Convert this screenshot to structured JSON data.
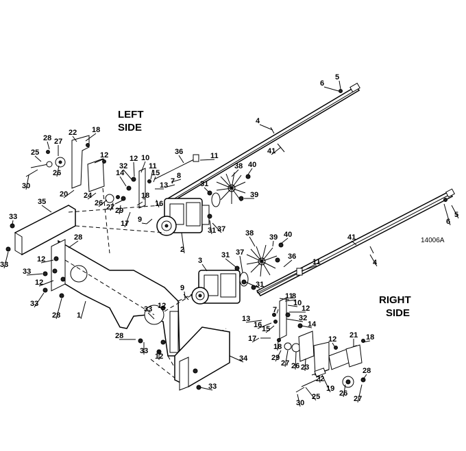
{
  "titles": {
    "left_line1": "LEFT",
    "left_line2": "SIDE",
    "right_line1": "RIGHT",
    "right_line2": "SIDE"
  },
  "figure_code": "14006A",
  "callouts": [
    {
      "id": "c1",
      "text": "5"
    },
    {
      "id": "c2",
      "text": "6"
    },
    {
      "id": "c3",
      "text": "4"
    },
    {
      "id": "c4",
      "text": "41"
    },
    {
      "id": "c5",
      "text": "18"
    },
    {
      "id": "c6",
      "text": "22"
    },
    {
      "id": "c7",
      "text": "28"
    },
    {
      "id": "c8",
      "text": "27"
    },
    {
      "id": "c9",
      "text": "25"
    },
    {
      "id": "c10",
      "text": "26"
    },
    {
      "id": "c11",
      "text": "30"
    },
    {
      "id": "c12",
      "text": "12"
    },
    {
      "id": "c13",
      "text": "20"
    },
    {
      "id": "c14",
      "text": "24"
    },
    {
      "id": "c15",
      "text": "26"
    },
    {
      "id": "c16",
      "text": "27"
    },
    {
      "id": "c17",
      "text": "29"
    },
    {
      "id": "c18",
      "text": "36"
    },
    {
      "id": "c19",
      "text": "11"
    },
    {
      "id": "c20",
      "text": "12"
    },
    {
      "id": "c21",
      "text": "10"
    },
    {
      "id": "c22",
      "text": "32"
    },
    {
      "id": "c23",
      "text": "11"
    },
    {
      "id": "c24",
      "text": "15"
    },
    {
      "id": "c25",
      "text": "14"
    },
    {
      "id": "c26",
      "text": "13"
    },
    {
      "id": "c27",
      "text": "7"
    },
    {
      "id": "c28",
      "text": "8"
    },
    {
      "id": "c29",
      "text": "38"
    },
    {
      "id": "c30",
      "text": "40"
    },
    {
      "id": "c31",
      "text": "18"
    },
    {
      "id": "c32",
      "text": "16"
    },
    {
      "id": "c33",
      "text": "31"
    },
    {
      "id": "c34",
      "text": "39"
    },
    {
      "id": "c35",
      "text": "17"
    },
    {
      "id": "c36",
      "text": "37"
    },
    {
      "id": "c37",
      "text": "9"
    },
    {
      "id": "c38",
      "text": "31"
    },
    {
      "id": "c39",
      "text": "2"
    },
    {
      "id": "c40",
      "text": "35"
    },
    {
      "id": "c41",
      "text": "33"
    },
    {
      "id": "c42",
      "text": "33"
    },
    {
      "id": "c43",
      "text": "28"
    },
    {
      "id": "c44",
      "text": "12"
    },
    {
      "id": "c45",
      "text": "33"
    },
    {
      "id": "c46",
      "text": "12"
    },
    {
      "id": "c47",
      "text": "33"
    },
    {
      "id": "c48",
      "text": "28"
    },
    {
      "id": "c49",
      "text": "1"
    },
    {
      "id": "c50",
      "text": "6"
    },
    {
      "id": "c51",
      "text": "5"
    },
    {
      "id": "c52",
      "text": "41"
    },
    {
      "id": "c53",
      "text": "4"
    },
    {
      "id": "c54",
      "text": "38"
    },
    {
      "id": "c55",
      "text": "39"
    },
    {
      "id": "c56",
      "text": "40"
    },
    {
      "id": "c57",
      "text": "3"
    },
    {
      "id": "c58",
      "text": "31"
    },
    {
      "id": "c59",
      "text": "37"
    },
    {
      "id": "c60",
      "text": "36"
    },
    {
      "id": "c61",
      "text": "11"
    },
    {
      "id": "c62",
      "text": "31"
    },
    {
      "id": "c63",
      "text": "9"
    },
    {
      "id": "c64",
      "text": "11"
    },
    {
      "id": "c65",
      "text": "8"
    },
    {
      "id": "c66",
      "text": "7"
    },
    {
      "id": "c67",
      "text": "10"
    },
    {
      "id": "c68",
      "text": "12"
    },
    {
      "id": "c69",
      "text": "13"
    },
    {
      "id": "c70",
      "text": "32"
    },
    {
      "id": "c71",
      "text": "16"
    },
    {
      "id": "c72",
      "text": "15"
    },
    {
      "id": "c73",
      "text": "14"
    },
    {
      "id": "c74",
      "text": "33"
    },
    {
      "id": "c75",
      "text": "12"
    },
    {
      "id": "c76",
      "text": "28"
    },
    {
      "id": "c77",
      "text": "33"
    },
    {
      "id": "c78",
      "text": "12"
    },
    {
      "id": "c79",
      "text": "17"
    },
    {
      "id": "c80",
      "text": "18"
    },
    {
      "id": "c81",
      "text": "29"
    },
    {
      "id": "c82",
      "text": "27"
    },
    {
      "id": "c83",
      "text": "26"
    },
    {
      "id": "c84",
      "text": "23"
    },
    {
      "id": "c85",
      "text": "12"
    },
    {
      "id": "c86",
      "text": "21"
    },
    {
      "id": "c87",
      "text": "18"
    },
    {
      "id": "c88",
      "text": "34"
    },
    {
      "id": "c89",
      "text": "33"
    },
    {
      "id": "c90",
      "text": "19"
    },
    {
      "id": "c91",
      "text": "22"
    },
    {
      "id": "c92",
      "text": "28"
    },
    {
      "id": "c93",
      "text": "26"
    },
    {
      "id": "c94",
      "text": "27"
    },
    {
      "id": "c95",
      "text": "25"
    },
    {
      "id": "c96",
      "text": "30"
    }
  ]
}
